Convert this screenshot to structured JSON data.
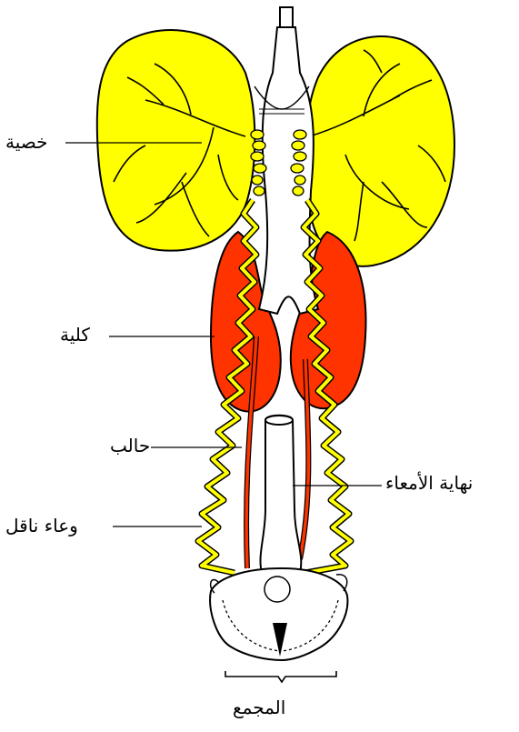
{
  "labels": {
    "testis": "خصية",
    "kidney": "كلية",
    "ureter": "حالب",
    "vas_deferens": "وعاء ناقل",
    "intestine_end": "نهاية الأمعاء",
    "cloaca": "المجمع"
  },
  "colors": {
    "testis": "#ffff00",
    "kidney": "#ff3300",
    "outline": "#000000",
    "vessel": "#ffff00"
  }
}
